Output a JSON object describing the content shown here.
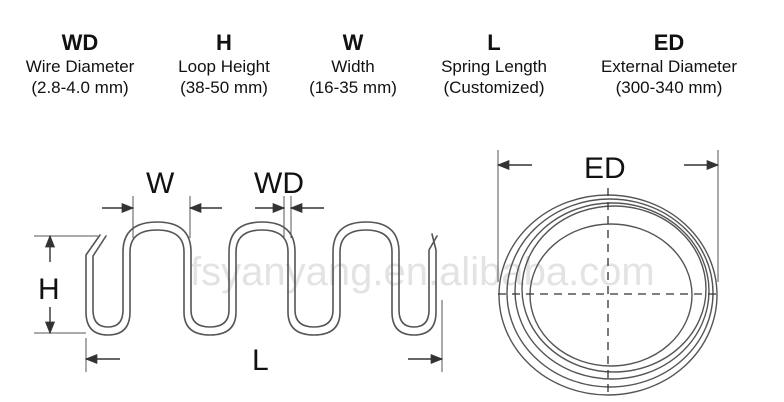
{
  "specs": [
    {
      "code": "WD",
      "name": "Wire Diameter",
      "range": "(2.8-4.0 mm)"
    },
    {
      "code": "H",
      "name": "Loop Height",
      "range": "(38-50 mm)"
    },
    {
      "code": "W",
      "name": "Width",
      "range": "(16-35 mm)"
    },
    {
      "code": "L",
      "name": "Spring Length",
      "range": "(Customized)"
    },
    {
      "code": "ED",
      "name": "External Diameter",
      "range": "(300-340 mm)"
    }
  ],
  "diagram": {
    "label_w": "W",
    "label_wd": "WD",
    "label_h": "H",
    "label_l": "L",
    "label_ed": "ED",
    "watermark": "fsyanyang.en.alibaba.com"
  },
  "colors": {
    "stroke": "#555555",
    "text": "#111111",
    "watermark": "#e3e3e3"
  }
}
